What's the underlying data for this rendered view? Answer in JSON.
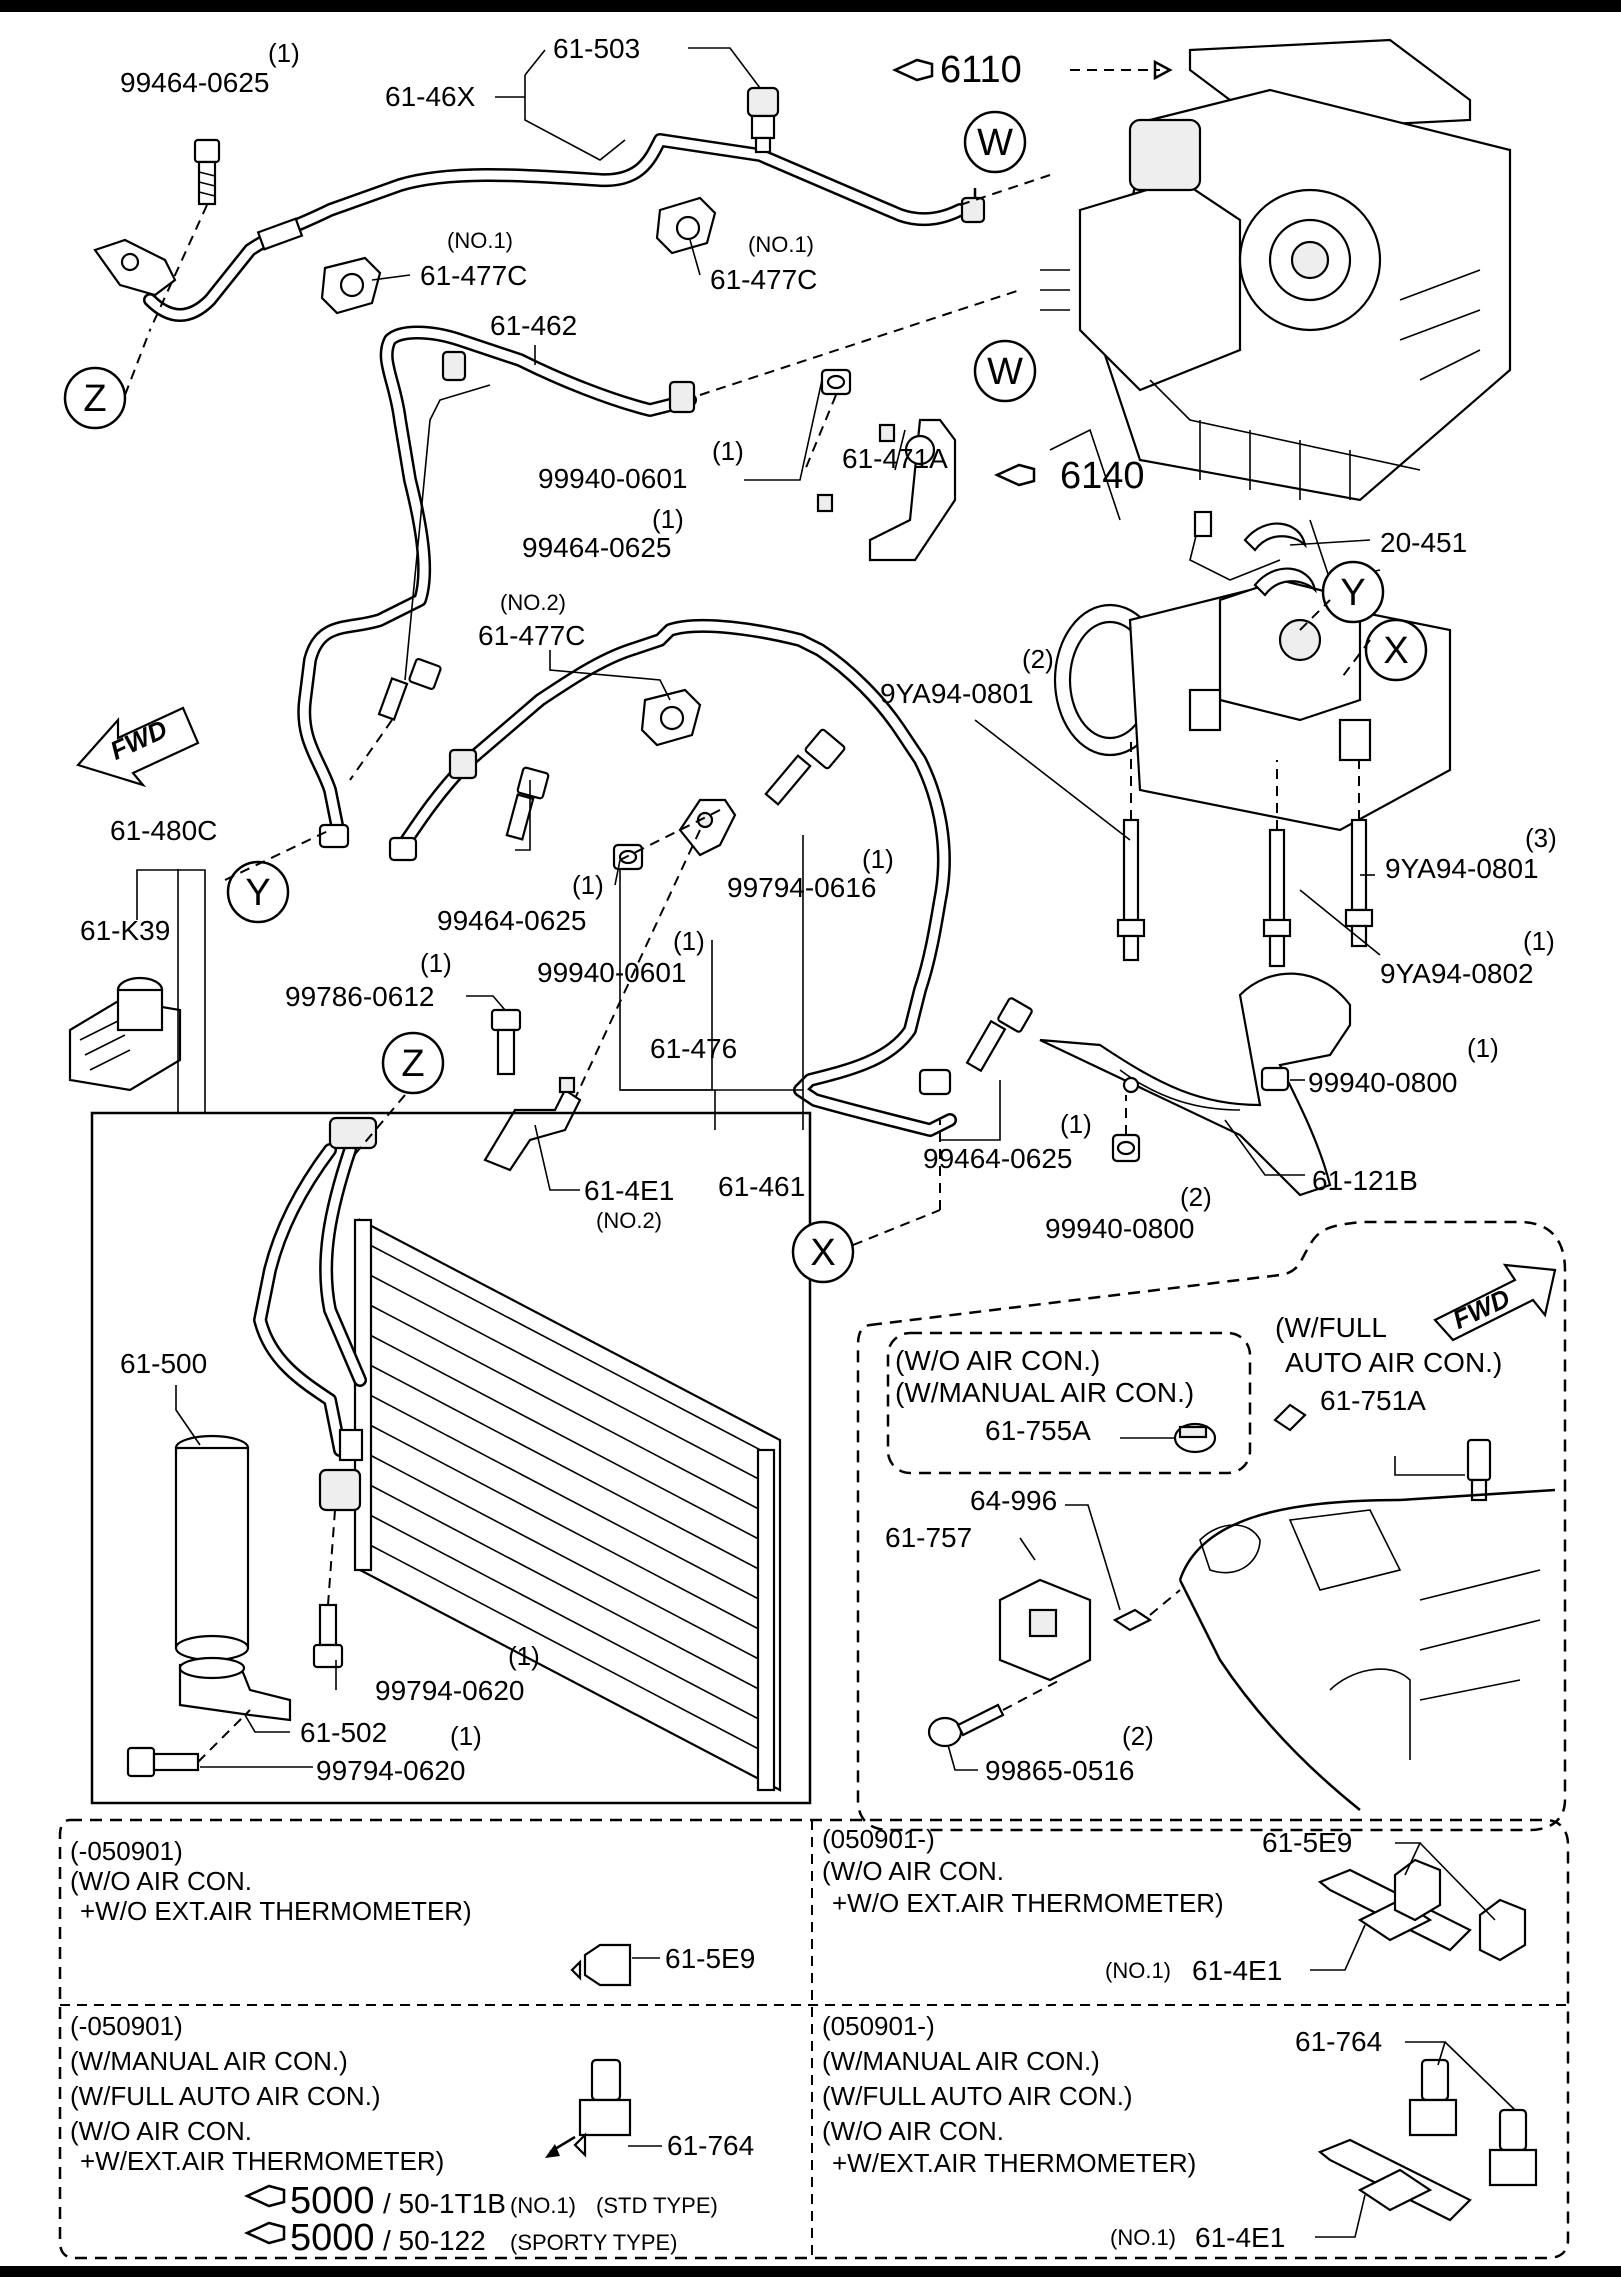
{
  "labels": {
    "l_99464_0625_a": "99464-0625",
    "l_61_46x": "61-46X",
    "l_61_503": "61-503",
    "l_6110": "6110",
    "l_61_477c_a": "61-477C",
    "l_61_477c_b": "61-477C",
    "l_61_462": "61-462",
    "l_99940_0601_a": "99940-0601",
    "l_61_471a": "61-471A",
    "l_6140": "6140",
    "l_99464_0625_b": "99464-0625",
    "l_20_451": "20-451",
    "l_61_477c_c": "61-477C",
    "l_9ya94_0801_a": "9YA94-0801",
    "l_61_480c": "61-480C",
    "l_61_k39": "61-K39",
    "l_99794_0616": "99794-0616",
    "l_99464_0625_c": "99464-0625",
    "l_99940_0601_b": "99940-0601",
    "l_9ya94_0801_b": "9YA94-0801",
    "l_9ya94_0802": "9YA94-0802",
    "l_99786_0612": "99786-0612",
    "l_61_476": "61-476",
    "l_99940_0800_a": "99940-0800",
    "l_61_4e1_a": "61-4E1",
    "l_61_461": "61-461",
    "l_99464_0625_d": "99464-0625",
    "l_61_121b": "61-121B",
    "l_99940_0800_b": "99940-0800",
    "l_61_500": "61-500",
    "l_61_755a": "61-755A",
    "l_61_751a": "61-751A",
    "l_64_996": "64-996",
    "l_61_757": "61-757",
    "l_99794_0620_a": "99794-0620",
    "l_61_502": "61-502",
    "l_99794_0620_b": "99794-0620",
    "l_99865_0516": "99865-0516",
    "l_61_5e9_a": "61-5E9",
    "l_61_5e9_b": "61-5E9",
    "l_61_4e1_b": "61-4E1",
    "l_61_764_a": "61-764",
    "l_61_764_b": "61-764",
    "l_61_4e1_c": "61-4E1",
    "l_5000_a": "5000",
    "l_50_1t1b": "/ 50-1T1B",
    "l_5000_b": "5000",
    "l_50_122": "/ 50-122"
  },
  "qty": {
    "q1": "(1)",
    "q2": "(2)",
    "q3": "(3)"
  },
  "notes": {
    "no1": "(NO.1)",
    "no2": "(NO.2)",
    "std_type": "(STD TYPE)",
    "sporty_type": "(SPORTY TYPE)",
    "wo_air_con_1": "(W/O AIR CON.)",
    "w_manual_air_con_1": "(W/MANUAL AIR CON.)",
    "w_full_1": "(W/FULL",
    "auto_air_con": "AUTO AIR CON.)",
    "fwd": "FWD"
  },
  "markers": {
    "w": "W",
    "x": "X",
    "y": "Y",
    "z": "Z"
  },
  "variant_boxes": [
    {
      "lines": [
        "(-050901)",
        "(W/O AIR CON.",
        "+W/O EXT.AIR THERMOMETER)"
      ]
    },
    {
      "lines": [
        "(050901-)",
        "(W/O AIR CON.",
        "+W/O EXT.AIR THERMOMETER)"
      ]
    },
    {
      "lines": [
        "(-050901)",
        "(W/MANUAL AIR CON.)",
        "(W/FULL AUTO AIR CON.)",
        "(W/O AIR CON.",
        "+W/EXT.AIR THERMOMETER)"
      ]
    },
    {
      "lines": [
        "(050901-)",
        "(W/MANUAL AIR CON.)",
        "(W/FULL AUTO AIR CON.)",
        "(W/O AIR CON.",
        "+W/EXT.AIR THERMOMETER)"
      ]
    }
  ]
}
